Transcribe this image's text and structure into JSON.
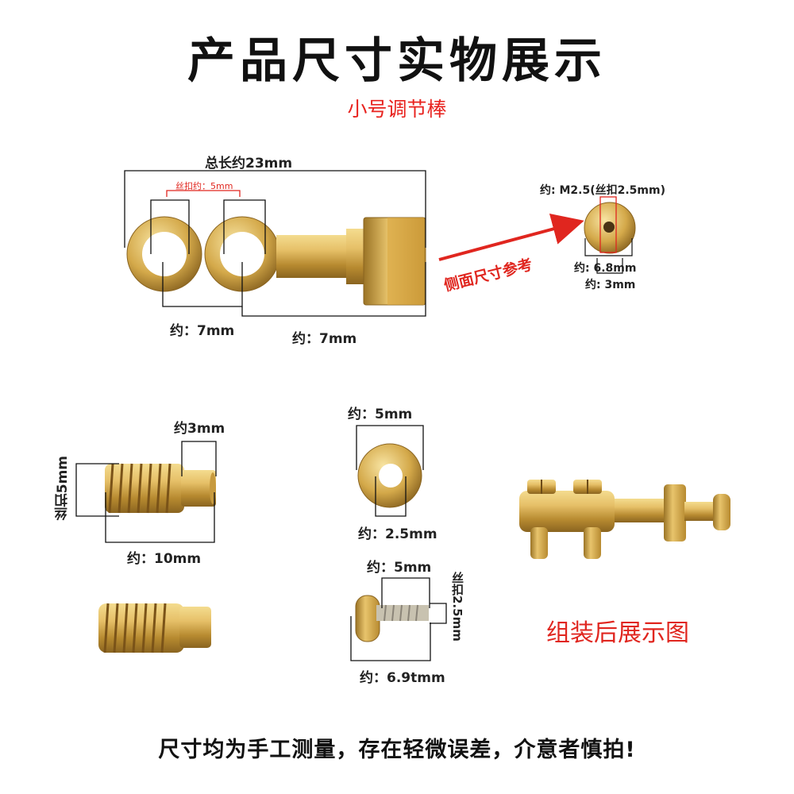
{
  "title": "产品尺寸实物展示",
  "subtitle": "小号调节棒",
  "rod": {
    "total_length": "总长约23mm",
    "thread_size": "丝扣约：5mm",
    "hole_spacing_1": "约：7mm",
    "hole_spacing_2": "约：7mm"
  },
  "side_view": {
    "arrow_label": "侧面尺寸参考",
    "thread": "约: M2.5(丝扣2.5mm)",
    "diameter": "约: 6.8mm",
    "hole": "约: 3mm"
  },
  "set_screw": {
    "width": "约3mm",
    "thread": "丝扣5mm",
    "length": "约：10mm"
  },
  "washer": {
    "outer": "约：5mm",
    "inner": "约：2.5mm"
  },
  "screw": {
    "head": "约：5mm",
    "thread": "丝扣2.5mm",
    "length": "约：6.9tmm"
  },
  "assembled_label": "组装后展示图",
  "footer": "尺寸均为手工测量，存在轻微误差，介意者慎拍!",
  "colors": {
    "brass": "#d4a94a",
    "red": "#e0261f",
    "line": "#111111"
  }
}
